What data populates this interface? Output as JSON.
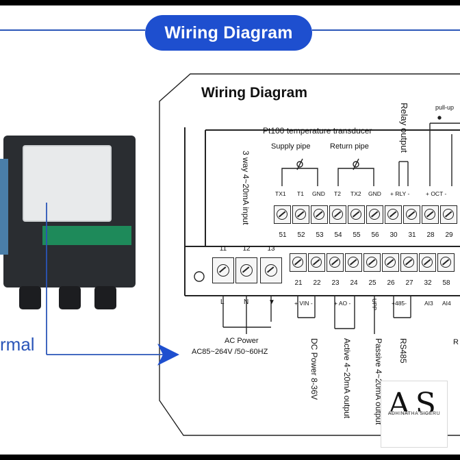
{
  "banner": {
    "title": "Wiring Diagram"
  },
  "panel": {
    "title": "Wiring Diagram"
  },
  "external_label": "rmal",
  "sensor": {
    "heading": "Pt100 temperature transducer",
    "supply": "Supply pipe",
    "return": "Return pipe"
  },
  "side_labels": {
    "input": "3 way 4~20mA input",
    "relay": "Relay output",
    "pullup": "pull-up"
  },
  "top_row": {
    "signals": [
      "TX1",
      "T1",
      "GND",
      "T2",
      "TX2",
      "GND",
      "+ RLY -",
      "+ OCT -"
    ],
    "numbers": [
      "51",
      "52",
      "53",
      "54",
      "55",
      "56",
      "30",
      "31",
      "28",
      "29"
    ]
  },
  "power_row": {
    "numbers": [
      "11",
      "12",
      "13"
    ],
    "signals": [
      "L",
      "N",
      "▼"
    ]
  },
  "bottom_row": {
    "numbers": [
      "21",
      "22",
      "23",
      "24",
      "25",
      "26",
      "27",
      "32",
      "58"
    ],
    "signals": [
      "+ VIN -",
      "+ AO -",
      "UPP",
      "+485-",
      "AI3",
      "AI4"
    ]
  },
  "outputs": {
    "ac_power_title": "AC Power",
    "ac_power_range": "AC85~264V /50~60HZ",
    "dc_power": "DC Power 8-36V",
    "active": "Active 4~20mA output",
    "passive": "Passive 4~20mA output",
    "rs485": "RS485",
    "right_clip": "R"
  },
  "watermark": {
    "mark": "AS",
    "name": "ADHINATHA SIGERU"
  },
  "colors": {
    "banner": "#1e4fcf",
    "line": "#2a55b8",
    "ink": "#111111"
  }
}
